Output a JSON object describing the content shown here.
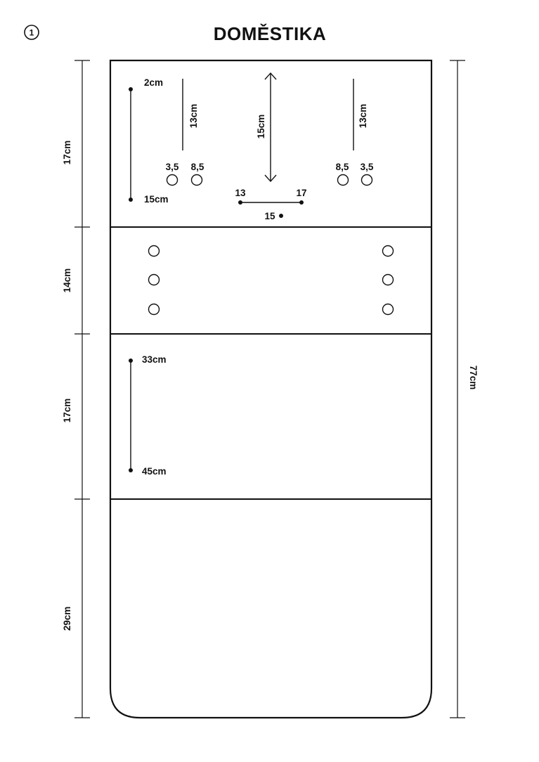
{
  "step_number": "1",
  "brand": "DOMĚSTIKA",
  "colors": {
    "ink": "#111111",
    "background": "#ffffff"
  },
  "dimensions": {
    "left": [
      "17cm",
      "14cm",
      "17cm",
      "29cm"
    ],
    "right": "77cm"
  },
  "section1": {
    "left_marker_top": "2cm",
    "left_marker_bottom": "15cm",
    "left_slit_length": "13cm",
    "center_arrow_length": "15cm",
    "right_slit_length": "13cm",
    "left_holes": [
      "3,5",
      "8,5"
    ],
    "right_holes": [
      "8,5",
      "3,5"
    ],
    "bottom_range_start": "13",
    "bottom_range_end": "17",
    "center_point": "15"
  },
  "section3": {
    "marker_top": "33cm",
    "marker_bottom": "45cm"
  }
}
